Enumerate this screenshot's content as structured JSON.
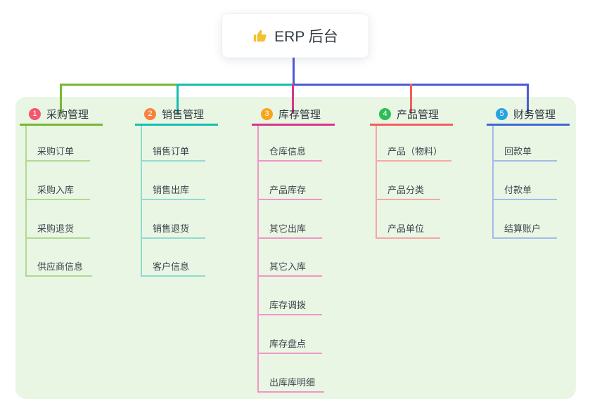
{
  "root": {
    "label": "ERP 后台",
    "icon": "thumbs-up-icon",
    "icon_color": "#f2c12e"
  },
  "connector": {
    "stem_color": "#4c5bd4"
  },
  "panel": {
    "background": "#e9f6e4"
  },
  "branches": [
    {
      "badge": "1",
      "label": "采购管理",
      "badge_color": "#f4566e",
      "line_color": "#76b833",
      "child_line_color": "#b2d893",
      "children": [
        "采购订单",
        "采购入库",
        "采购退货",
        "供应商信息"
      ]
    },
    {
      "badge": "2",
      "label": "销售管理",
      "badge_color": "#f9813d",
      "line_color": "#16bdb1",
      "child_line_color": "#92dad2",
      "children": [
        "销售订单",
        "销售出库",
        "销售退货",
        "客户信息"
      ]
    },
    {
      "badge": "3",
      "label": "库存管理",
      "badge_color": "#f9a51a",
      "line_color": "#d8358f",
      "child_line_color": "#f096c6",
      "children": [
        "仓库信息",
        "产品库存",
        "其它出库",
        "其它入库",
        "库存调拨",
        "库存盘点",
        "出库库明细"
      ]
    },
    {
      "badge": "4",
      "label": "产品管理",
      "badge_color": "#2dbd55",
      "line_color": "#f25e5e",
      "child_line_color": "#f8a6a6",
      "children": [
        "产品（物料）",
        "产品分类",
        "产品单位"
      ]
    },
    {
      "badge": "5",
      "label": "财务管理",
      "badge_color": "#27a3e0",
      "line_color": "#4066d4",
      "child_line_color": "#a4bce8",
      "children": [
        "回款单",
        "付款单",
        "结算账户"
      ]
    }
  ]
}
